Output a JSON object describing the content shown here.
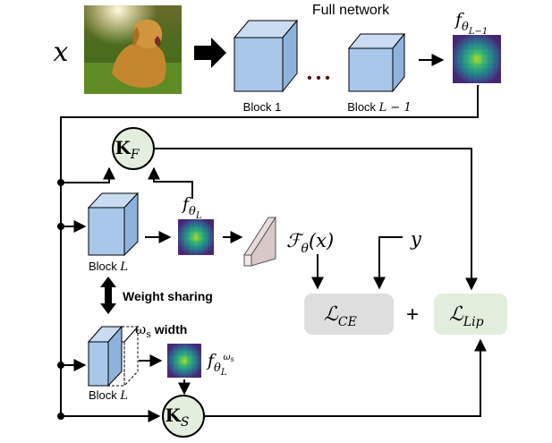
{
  "input": {
    "symbol": "x",
    "image_name": "dog-photo"
  },
  "full_network": {
    "title": "Full network",
    "block1_label": "Block 1",
    "block_last_label": "Block ",
    "block_last_index": "L − 1",
    "dots": "• • •",
    "output_sym": "f",
    "output_sub": "θ",
    "output_subsub": "L−1"
  },
  "kernels": {
    "kf_main": "K",
    "kf_sub": "F",
    "ks_main": "K",
    "ks_sub": "S"
  },
  "block_L": {
    "label": "Block ",
    "index": "L",
    "feat_sym": "f",
    "feat_sub": "θ",
    "feat_subsub": "L"
  },
  "weight_sharing": "Weight sharing",
  "block_L_ws": {
    "width_omega": "ω",
    "width_sub": "s",
    "width_text": " width",
    "label": "Block ",
    "index": "L",
    "feat_sym": "f",
    "feat_sub": "θ",
    "feat_subsub": "L",
    "feat_sup": "ω",
    "feat_supsub": "s"
  },
  "classifier": {
    "func": "ℱ",
    "func_sub": "θ",
    "func_arg": "(x)",
    "label_sym": "y"
  },
  "losses": {
    "ce_main": "ℒ",
    "ce_sub": "CE",
    "plus": "+",
    "lip_main": "ℒ",
    "lip_sub": "Lip"
  },
  "colors": {
    "block_face": "#a9c7ea",
    "block_top": "#c9dcf2",
    "block_side": "#8fb2dc",
    "kernel_fill": "#e3efdc",
    "loss_ce_fill": "#dedede",
    "loss_lip_fill": "#e1eedb",
    "line": "#000000"
  }
}
